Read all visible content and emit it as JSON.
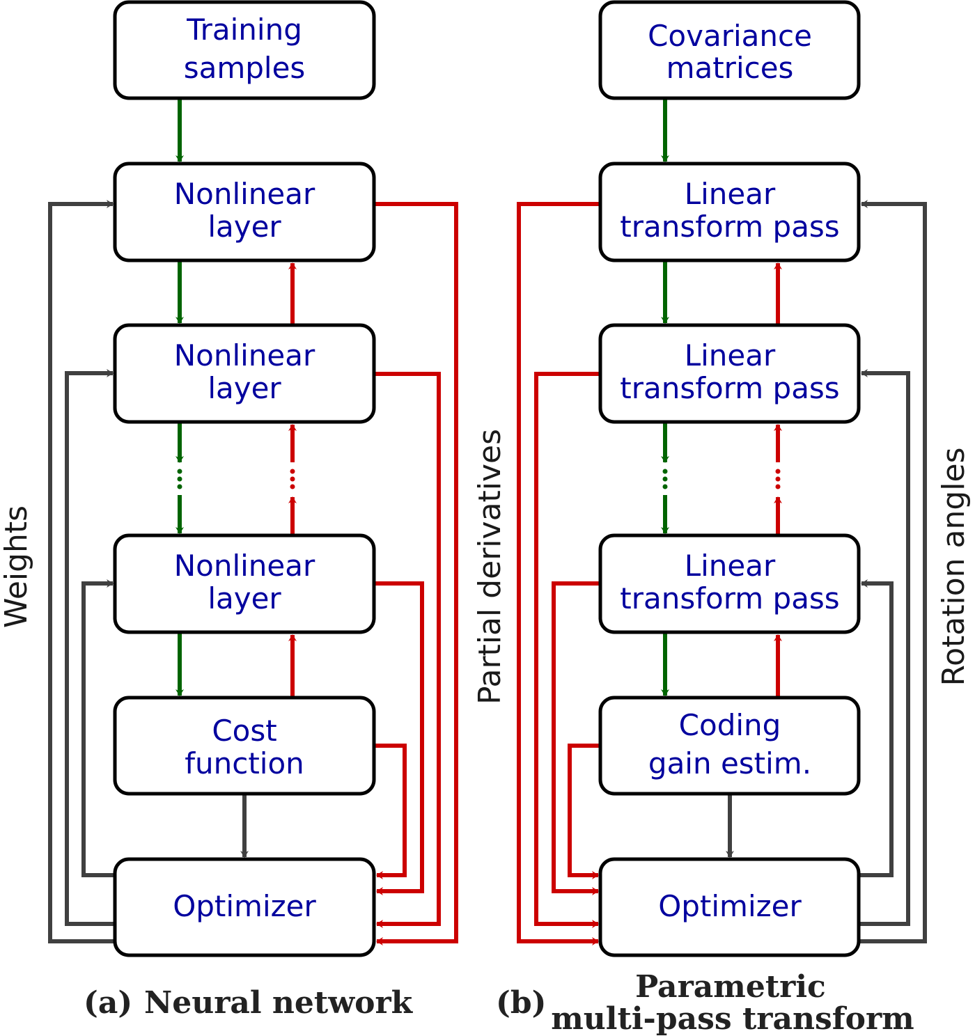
{
  "colors": {
    "forward": "#006400",
    "backward": "#cc0000",
    "parameter": "#404040",
    "box_text": "#00009e"
  },
  "panel_a": {
    "caption_label": "(a)",
    "caption_title": "Neural network",
    "side_label": "Weights",
    "boxes": [
      {
        "line1": "Training",
        "line2": "samples"
      },
      {
        "line1": "Nonlinear",
        "line2": "layer"
      },
      {
        "line1": "Nonlinear",
        "line2": "layer"
      },
      {
        "line1": "Nonlinear",
        "line2": "layer"
      },
      {
        "line1": "Cost",
        "line2": "function"
      },
      {
        "line1": "Optimizer",
        "line2": ""
      }
    ]
  },
  "panel_b": {
    "caption_label": "(b)",
    "caption_title_line1": "Parametric",
    "caption_title_line2": "multi-pass transform",
    "side_label_left": "Partial derivatives",
    "side_label_right": "Rotation angles",
    "boxes": [
      {
        "line1": "Covariance",
        "line2": "matrices"
      },
      {
        "line1": "Linear",
        "line2": "transform pass"
      },
      {
        "line1": "Linear",
        "line2": "transform pass"
      },
      {
        "line1": "Linear",
        "line2": "transform pass"
      },
      {
        "line1": "Coding",
        "line2": "gain estim."
      },
      {
        "line1": "Optimizer",
        "line2": ""
      }
    ]
  }
}
